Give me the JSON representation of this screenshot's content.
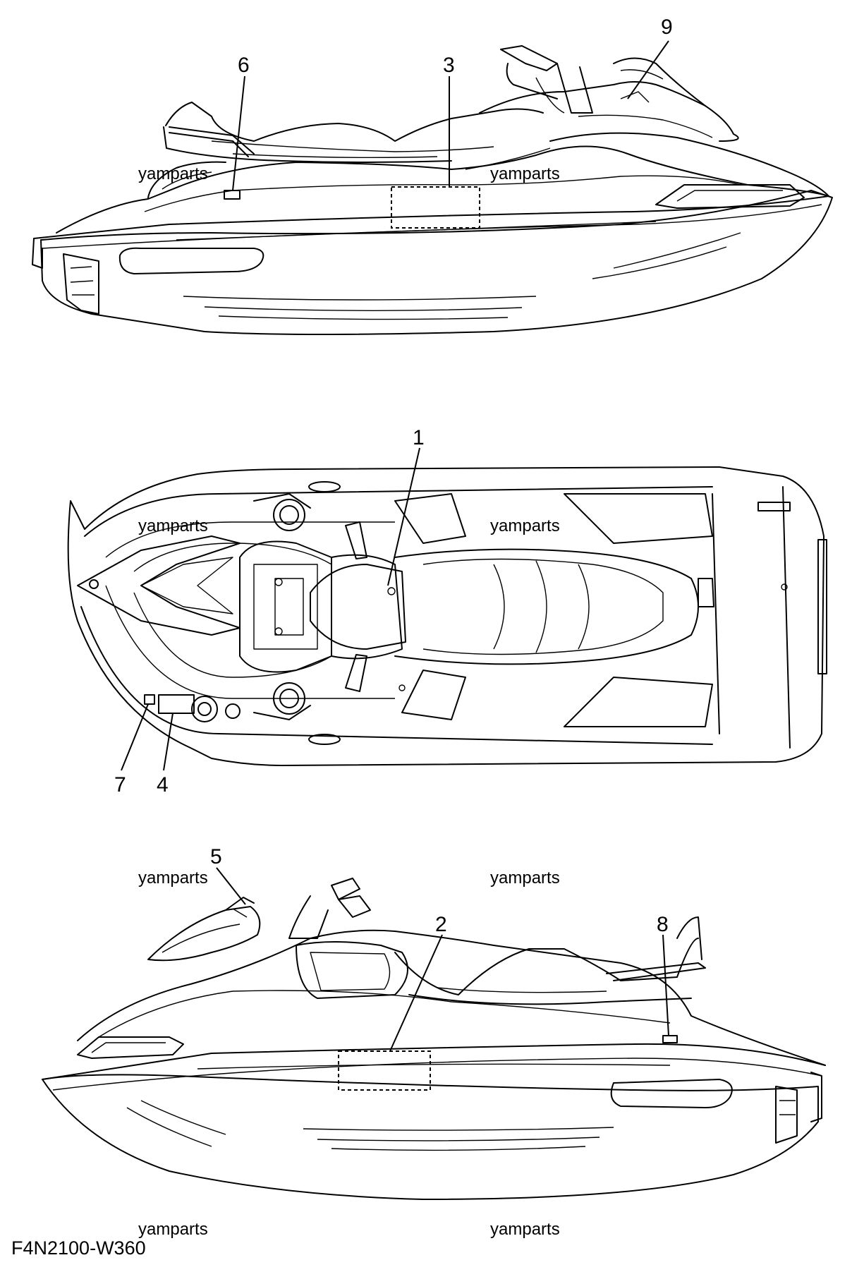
{
  "diagram_code": "F4N2100-W360",
  "watermark": "yamparts",
  "callouts": {
    "c1": "1",
    "c2": "2",
    "c3": "3",
    "c4": "4",
    "c5": "5",
    "c6": "6",
    "c7": "7",
    "c8": "8",
    "c9": "9"
  },
  "views": [
    "side-view-left",
    "top-view",
    "side-view-right"
  ]
}
